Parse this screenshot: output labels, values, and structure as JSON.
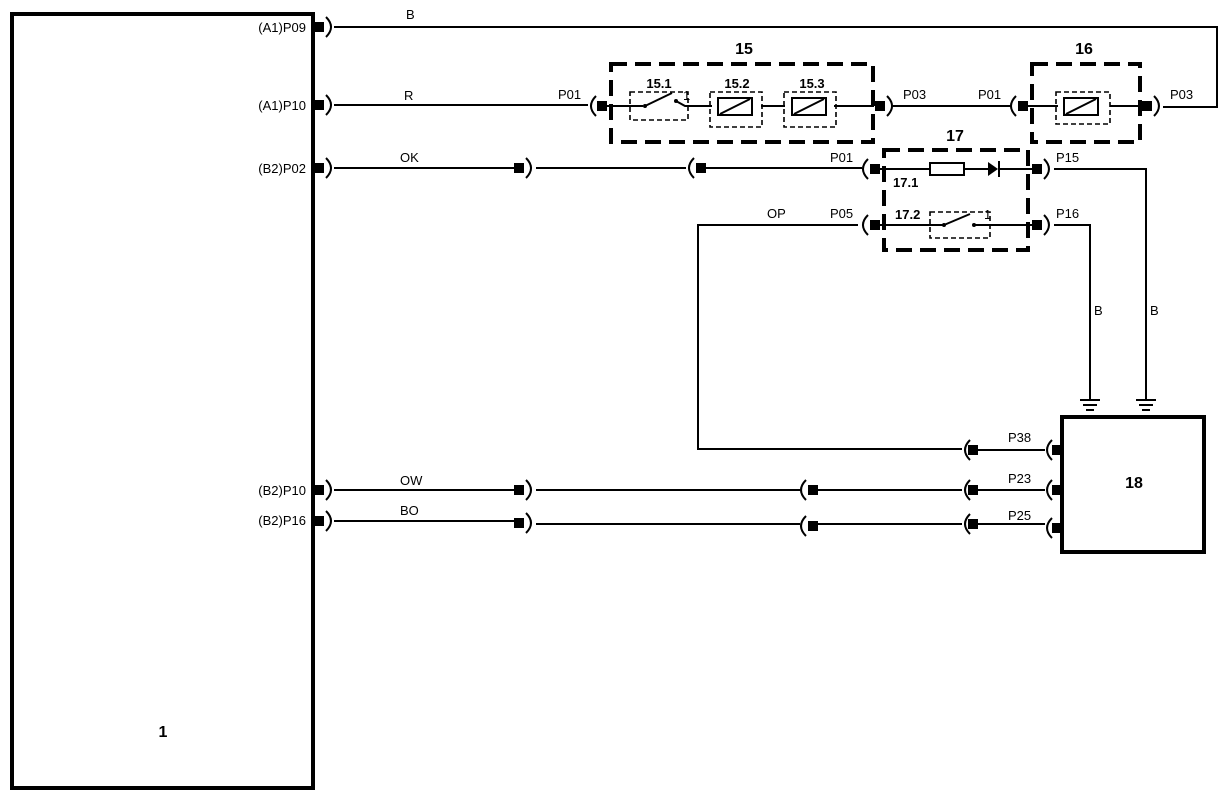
{
  "modules": {
    "module_1": "1",
    "module_15": "15",
    "module_16": "16",
    "module_17": "17",
    "module_18": "18"
  },
  "sub_components": {
    "c15_1": "15.1",
    "c15_2": "15.2",
    "c15_3": "15.3",
    "c17_1": "17.1",
    "c17_2": "17.2",
    "switch_15_1_pos": "1",
    "switch_17_2_pos": "1"
  },
  "module1_pins": {
    "a1p09": "(A1)P09",
    "a1p10": "(A1)P10",
    "b2p02": "(B2)P02",
    "b2p10": "(B2)P10",
    "b2p16": "(B2)P16"
  },
  "pins": {
    "m15_p01": "P01",
    "m15_p03": "P03",
    "m16_p01": "P01",
    "m16_p03": "P03",
    "m17_p01": "P01",
    "m17_p05": "P05",
    "m17_p15": "P15",
    "m17_p16": "P16",
    "m18_p38": "P38",
    "m18_p23": "P23",
    "m18_p25": "P25"
  },
  "wire_colors": {
    "w_b_top": "B",
    "w_r": "R",
    "w_ok": "OK",
    "w_op": "OP",
    "w_b_p16": "B",
    "w_b_p15": "B",
    "w_ow": "OW",
    "w_bo": "BO"
  }
}
